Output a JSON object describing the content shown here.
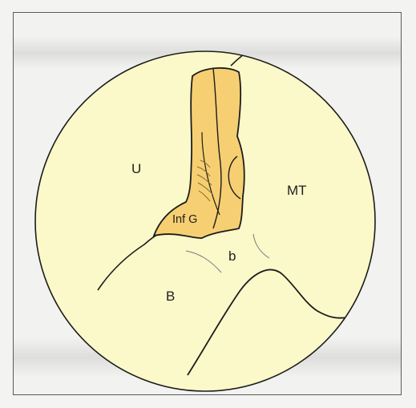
{
  "labels": {
    "u": "U",
    "mt": "MT",
    "inf_g": "Inf G",
    "b_small": "b",
    "b_large": "B"
  },
  "colors": {
    "circle_fill": "#fbf8c9",
    "structure_fill": "#f6cf72",
    "outline": "#1c1c1c",
    "frame_border": "#5a5a5a",
    "background": "#f2f2f0"
  }
}
